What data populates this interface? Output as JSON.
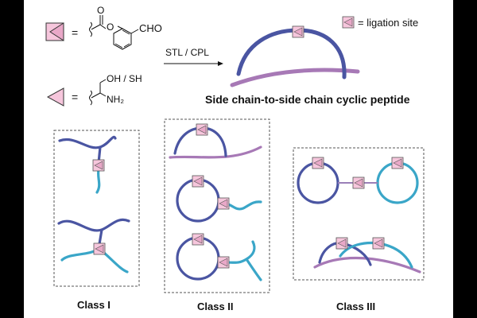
{
  "legend": {
    "equals": "=",
    "ester_group_text": "CHO",
    "ester_carbonyl_o": "O",
    "ester_link_o": "O",
    "amine_text_top": "OH / SH",
    "amine_text_bottom": "NH₂",
    "ligation_site": "= ligation site"
  },
  "reaction": {
    "arrow_label": "STL / CPL"
  },
  "product_label": "Side chain-to-side chain cyclic peptide",
  "classes": [
    "Class I",
    "Class II",
    "Class III"
  ],
  "colors": {
    "dark_chain": "#4a55a2",
    "purple_chain": "#a779b6",
    "light_chain": "#3aa6c8",
    "ligation_site": "#f6c6dc"
  }
}
